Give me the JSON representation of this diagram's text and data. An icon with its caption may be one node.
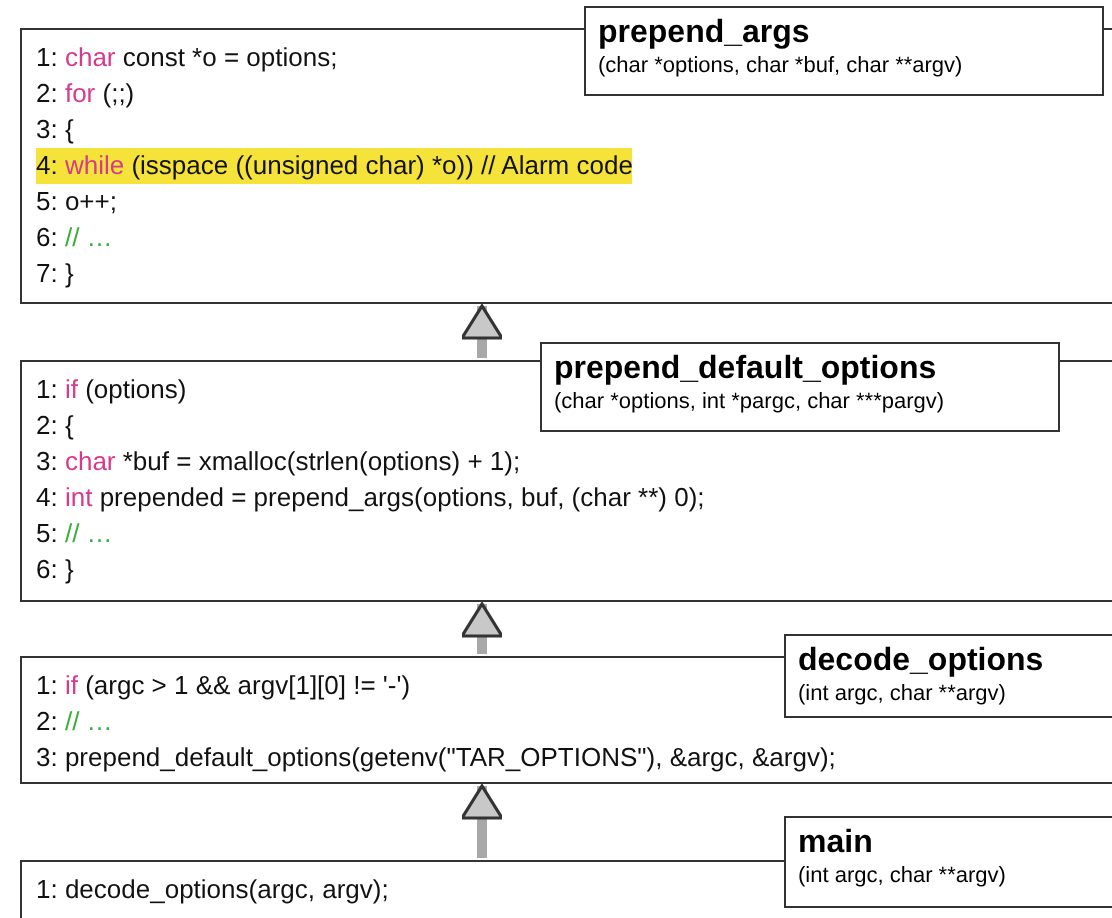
{
  "diagram": {
    "nodes": [
      {
        "text": [
          "prepend_args",
          "(char *options, char *buf, char **argv)",
          "1: char const *o = options;",
          "2: for (;;)",
          "3: {",
          "4: while (isspace ((unsigned char) *o)) // Alarm code",
          "5: o++;",
          "6: // …",
          "7: }"
        ]
      },
      {
        "text": [
          "prepend_default_options",
          "(char *options, int *pargc, char ***pargv)",
          "1: if (options)",
          "2: {",
          "3: char *buf = xmalloc(strlen(options) + 1);",
          "4: int prepended = prepend_args(options, buf, (char **) 0);",
          "5: // …",
          "6: }"
        ]
      },
      {
        "text": [
          "decode_options",
          "(int argc, char **argv)",
          "1: if (argc > 1 && argv[1][0] != '-')",
          "2: // …",
          "3: prepend_default_options(getenv(\"TAR_OPTIONS\"), &argc, &argv);"
        ]
      },
      {
        "text": [
          "main",
          "(int argc, char **argv)",
          "1: decode_options(argc, argv);"
        ]
      }
    ],
    "edges": [
      {
        "from": 3,
        "to": 2,
        "arrow": "to"
      },
      {
        "from": 2,
        "to": 1,
        "arrow": "to"
      },
      {
        "from": 1,
        "to": 0,
        "arrow": "to"
      }
    ]
  }
}
